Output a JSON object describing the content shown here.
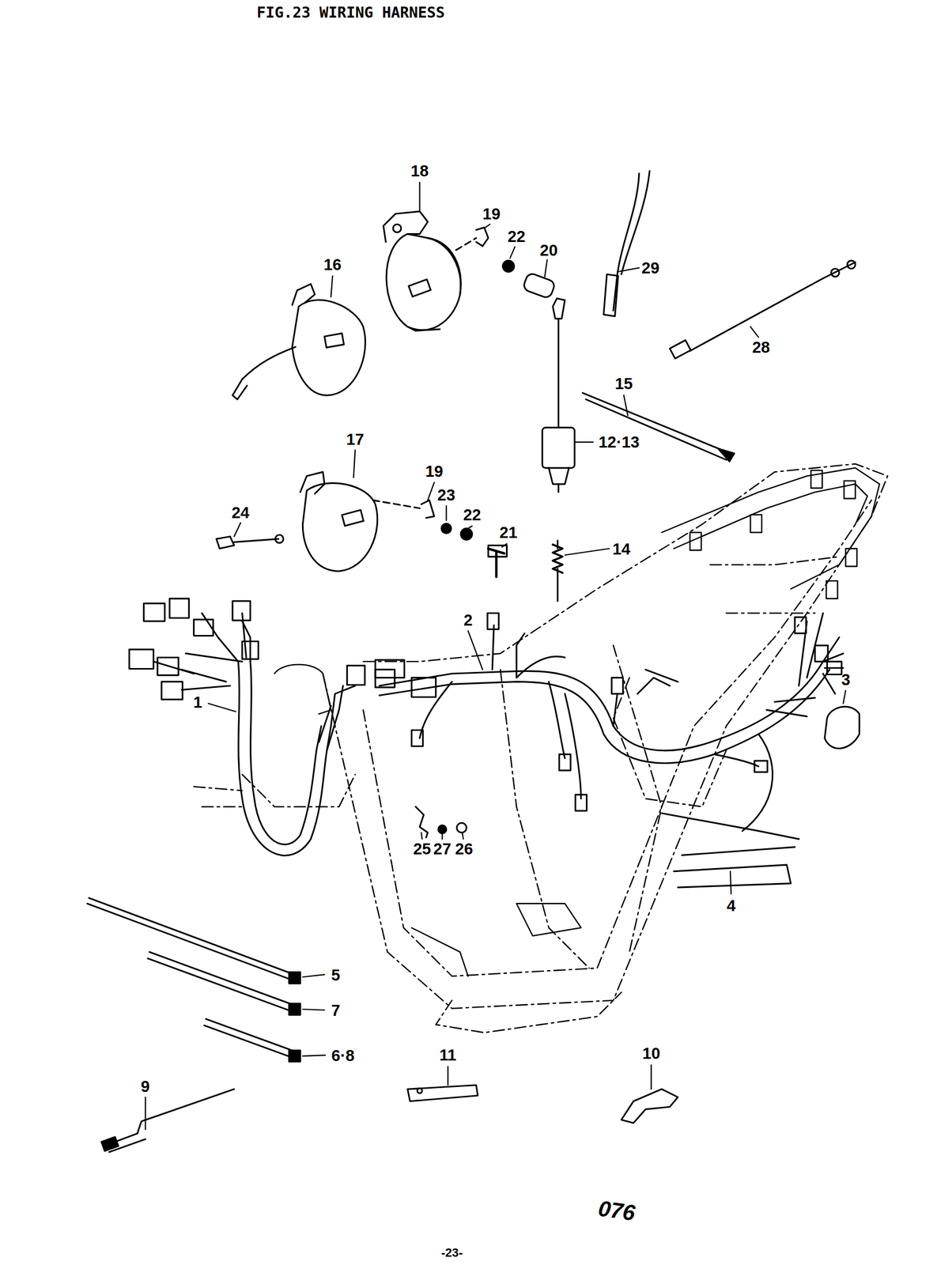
{
  "diagram": {
    "title": "FIG.23 WIRING HARNESS",
    "labels": [
      "18",
      "19",
      "22",
      "20",
      "29",
      "16",
      "28",
      "15",
      "12·13",
      "17",
      "19",
      "23",
      "22",
      "21",
      "24",
      "14",
      "2",
      "3",
      "1",
      "25",
      "27",
      "26",
      "4",
      "5",
      "7",
      "6·8",
      "9",
      "11",
      "10",
      "076",
      "-23-"
    ]
  }
}
